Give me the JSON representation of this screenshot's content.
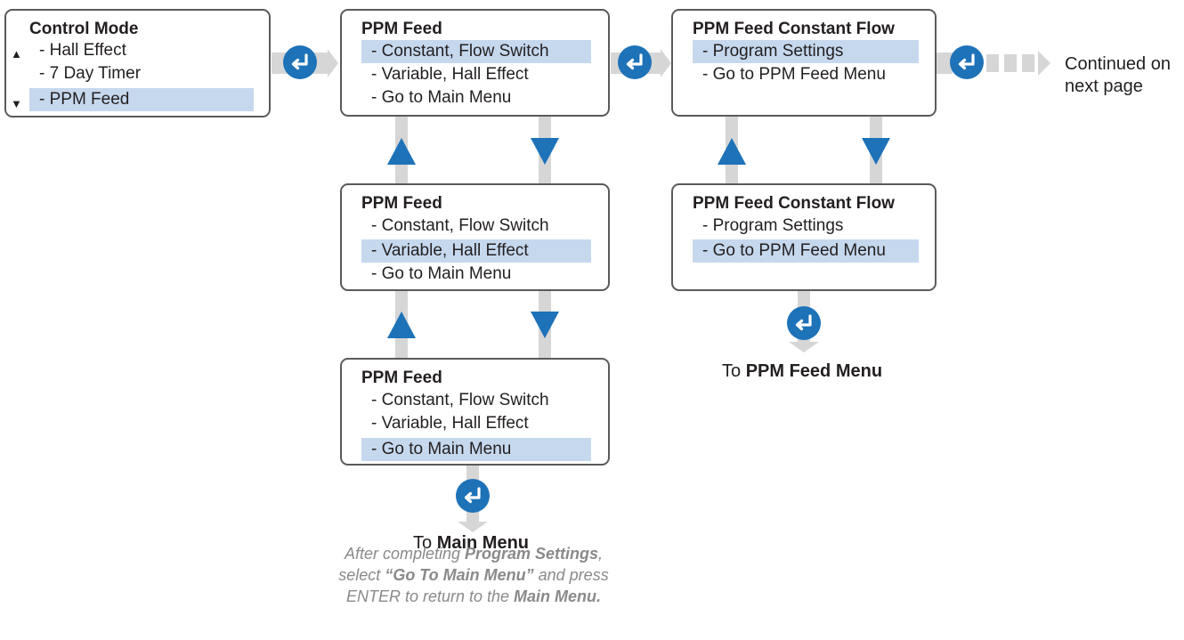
{
  "diagram": {
    "colors": {
      "accent": "#1d72b8",
      "connector": "#d6d6d6",
      "highlight": "#c6d8ee",
      "border": "#5a5a5a",
      "note": "#8a8a8a"
    },
    "icons": {
      "enter": "enter-return-icon",
      "scroll_up": "triangle-up-icon",
      "scroll_down": "triangle-down-icon"
    },
    "control_mode_menu": {
      "title": "Control Mode",
      "items": [
        "- Hall Effect",
        "- 7 Day Timer",
        "- PPM Feed"
      ],
      "selected_index": 2,
      "scroll_up": "▲",
      "scroll_down": "▼"
    },
    "ppm_feed_menu_1": {
      "title": "PPM Feed",
      "items": [
        "- Constant, Flow Switch",
        "- Variable, Hall Effect",
        "- Go to Main Menu"
      ],
      "selected_index": 0
    },
    "ppm_feed_menu_2": {
      "title": "PPM Feed",
      "items": [
        "- Constant, Flow Switch",
        "- Variable, Hall Effect",
        "- Go to Main Menu"
      ],
      "selected_index": 1
    },
    "ppm_feed_menu_3": {
      "title": "PPM Feed",
      "items": [
        "- Constant, Flow Switch",
        "- Variable, Hall Effect",
        "- Go to Main Menu"
      ],
      "selected_index": 2
    },
    "constant_flow_menu_1": {
      "title": "PPM Feed Constant Flow",
      "items": [
        "- Program Settings",
        "- Go to PPM Feed Menu"
      ],
      "selected_index": 0
    },
    "constant_flow_menu_2": {
      "title": "PPM Feed Constant Flow",
      "items": [
        "- Program Settings",
        "- Go to PPM Feed Menu"
      ],
      "selected_index": 1
    },
    "continued": {
      "line1": "Continued on",
      "line2": "next page"
    },
    "to_main_menu": {
      "prefix": "To ",
      "target": "Main Menu"
    },
    "to_ppm_feed_menu": {
      "prefix": "To ",
      "target": "PPM Feed Menu"
    },
    "note": {
      "line1_a": "After completing ",
      "line1_b": "Program Settings",
      "line1_c": ",",
      "line2_a": "select ",
      "line2_b": "“Go To Main Menu”",
      "line2_c": " and press",
      "line3_a": "ENTER to return to the ",
      "line3_b": "Main Menu."
    }
  }
}
